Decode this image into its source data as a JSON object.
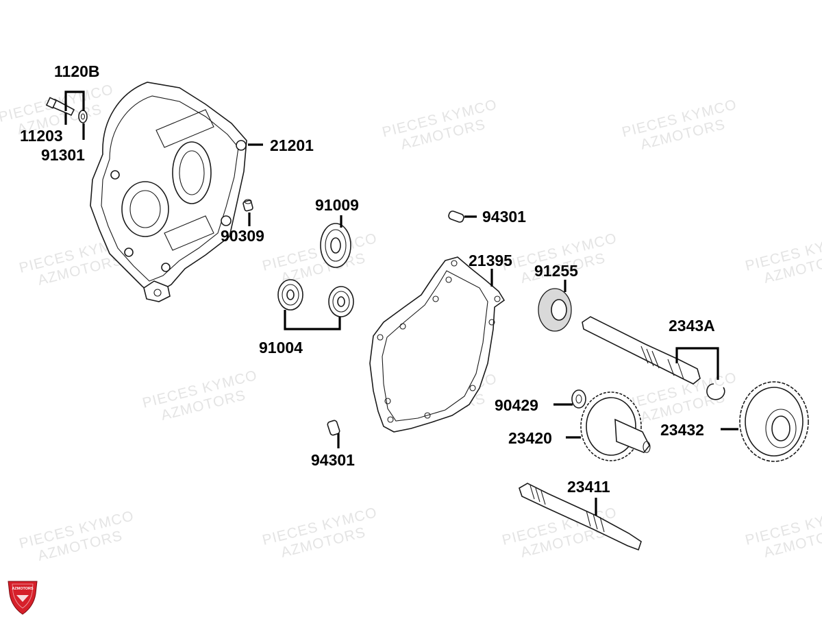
{
  "watermark": {
    "line1": "PIECES KYMCO",
    "line2": "AZMOTORS"
  },
  "logo": {
    "text": "AZMOTORS",
    "color": "#d6202a"
  },
  "callouts": {
    "c1120B": "1120B",
    "c11203": "11203",
    "c91301": "91301",
    "c21201": "21201",
    "c90309": "90309",
    "c91009": "91009",
    "c91004": "91004",
    "c94301_top": "94301",
    "c94301_bottom": "94301",
    "c21395": "21395",
    "c91255": "91255",
    "c2343A": "2343A",
    "c90429": "90429",
    "c23420": "23420",
    "c23432": "23432",
    "c23411": "23411"
  }
}
